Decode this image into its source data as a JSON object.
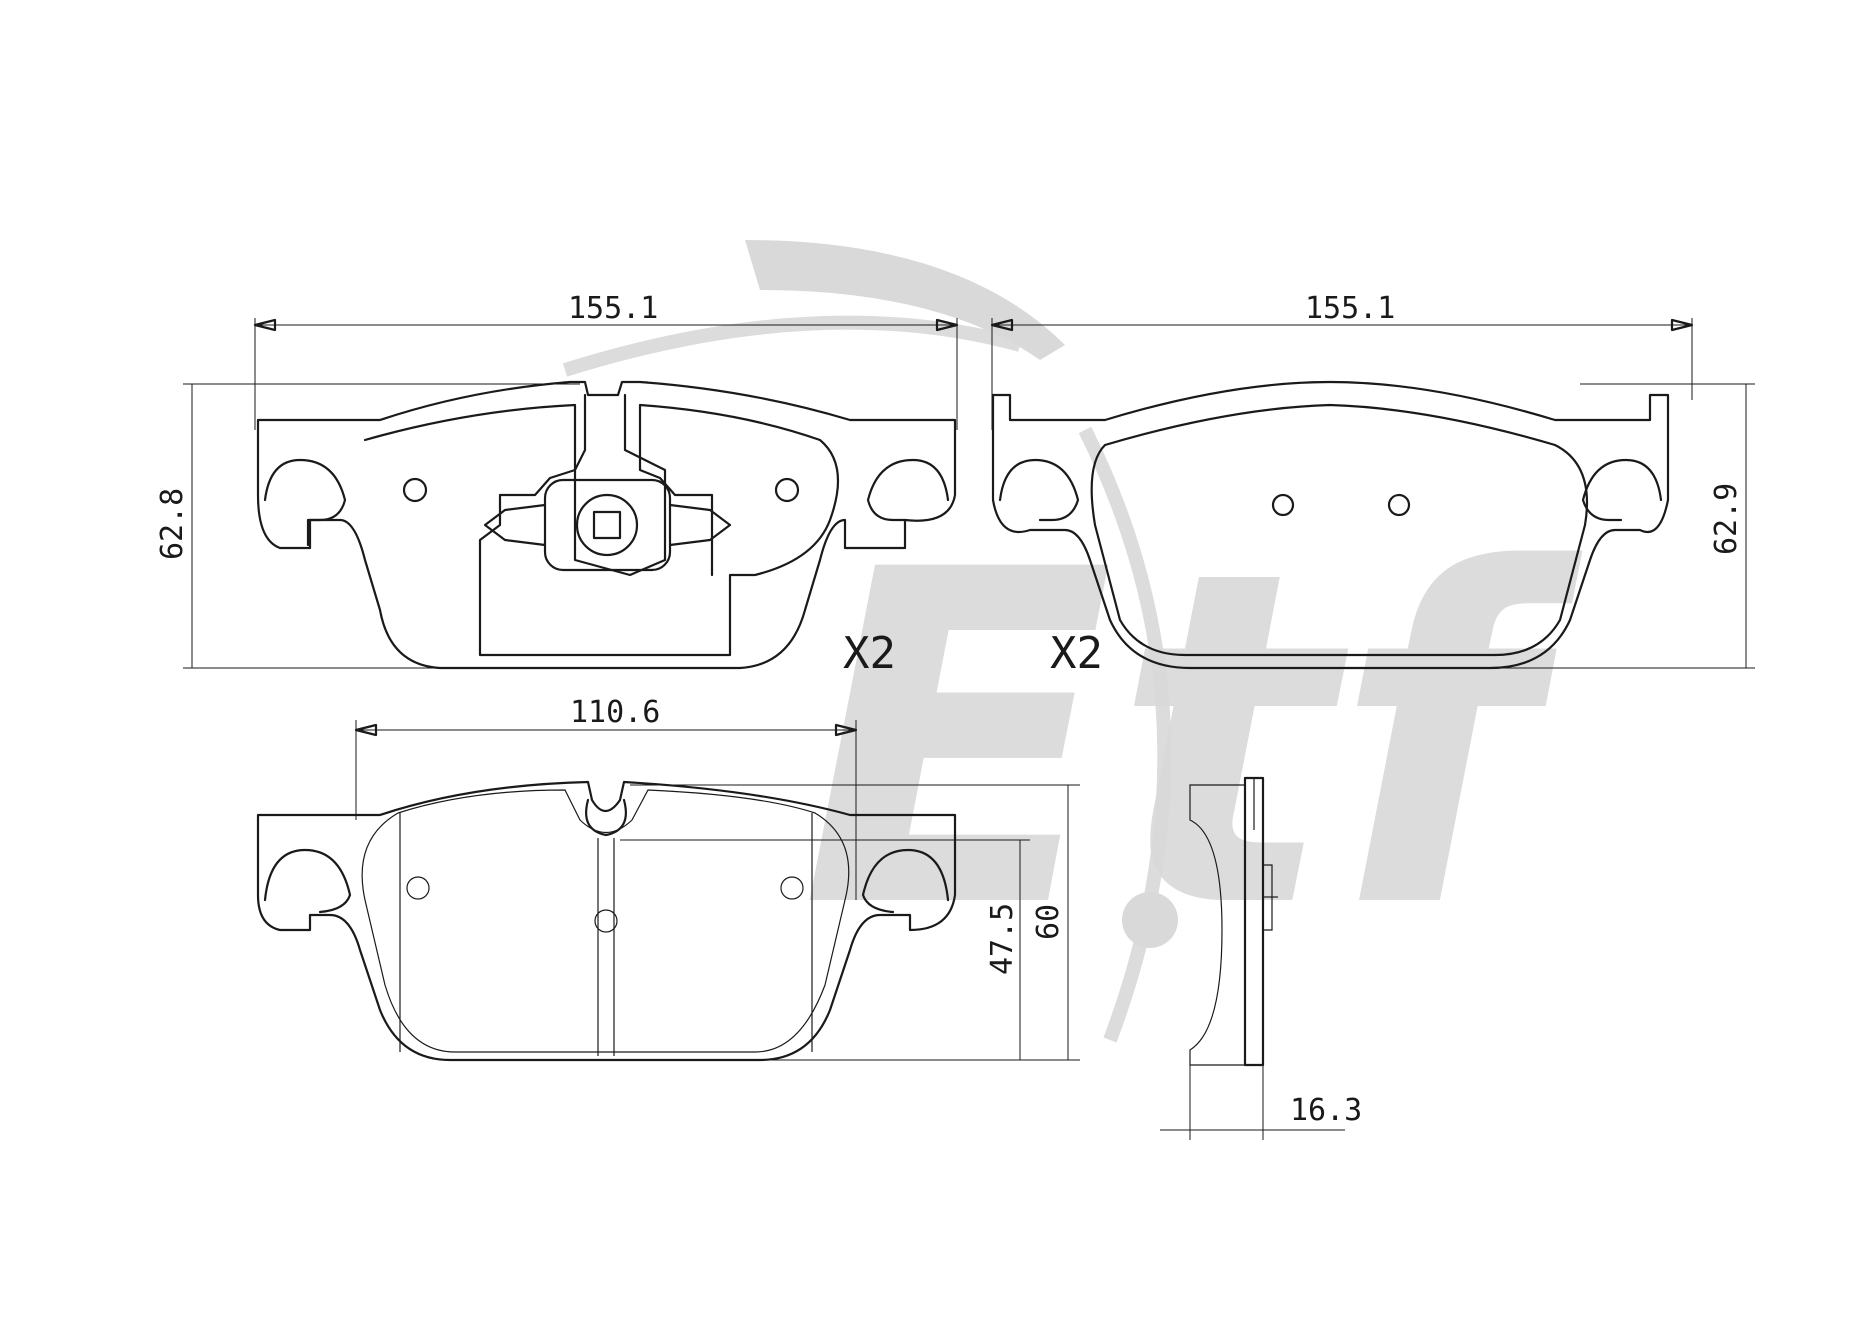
{
  "watermark": {
    "text": "Etf",
    "color": "#d9d9d9"
  },
  "pad_1": {
    "width_label": "155.1",
    "height_label": "62.8",
    "quantity": "X2"
  },
  "pad_2": {
    "width_label": "155.1",
    "height_label": "62.9",
    "quantity": "X2"
  },
  "pad_3": {
    "width_label": "110.6",
    "inner_height_label": "47.5",
    "height_label": "60"
  },
  "side_view": {
    "thickness_label": "16.3"
  }
}
